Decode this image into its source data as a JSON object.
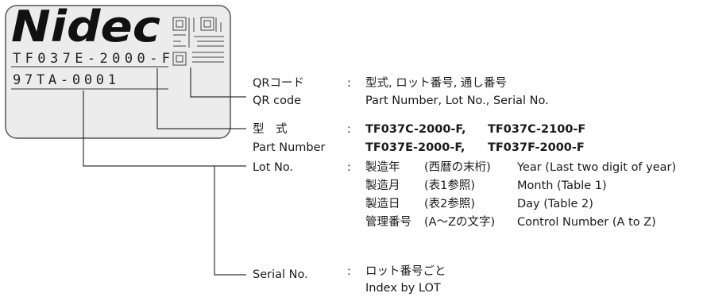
{
  "label_card": {
    "logo": "Nidec",
    "part_number_print": "TF037E-2000-F",
    "serial_print": "97TA-0001"
  },
  "items": {
    "qr": {
      "jp": "QRコード",
      "en": "QR code",
      "colon": ":",
      "desc_jp": "型式, ロット番号, 通し番号",
      "desc_en": "Part Number, Lot No., Serial No."
    },
    "part": {
      "jp": "型　式",
      "en": "Part Number",
      "colon": ":",
      "line1a": "TF037C-2000-F,",
      "line1b": "TF037C-2100-F",
      "line2a": "TF037E-2000-F,",
      "line2b": "TF037F-2000-F"
    },
    "lot": {
      "en": "Lot No.",
      "colon": ":",
      "rows": [
        {
          "jp": "製造年",
          "paren": "(西暦の末桁)",
          "en": "Year (Last two digit of year)"
        },
        {
          "jp": "製造月",
          "paren": "(表1参照)",
          "en": "Month (Table 1)"
        },
        {
          "jp": "製造日",
          "paren": "(表2参照)",
          "en": "Day (Table 2)"
        },
        {
          "jp": "管理番号",
          "paren": "(A〜Zの文字)",
          "en": "Control Number (A to Z)"
        }
      ]
    },
    "serial": {
      "en": "Serial No.",
      "colon": ":",
      "desc_jp": "ロット番号ごと",
      "desc_en": "Index by LOT"
    }
  }
}
